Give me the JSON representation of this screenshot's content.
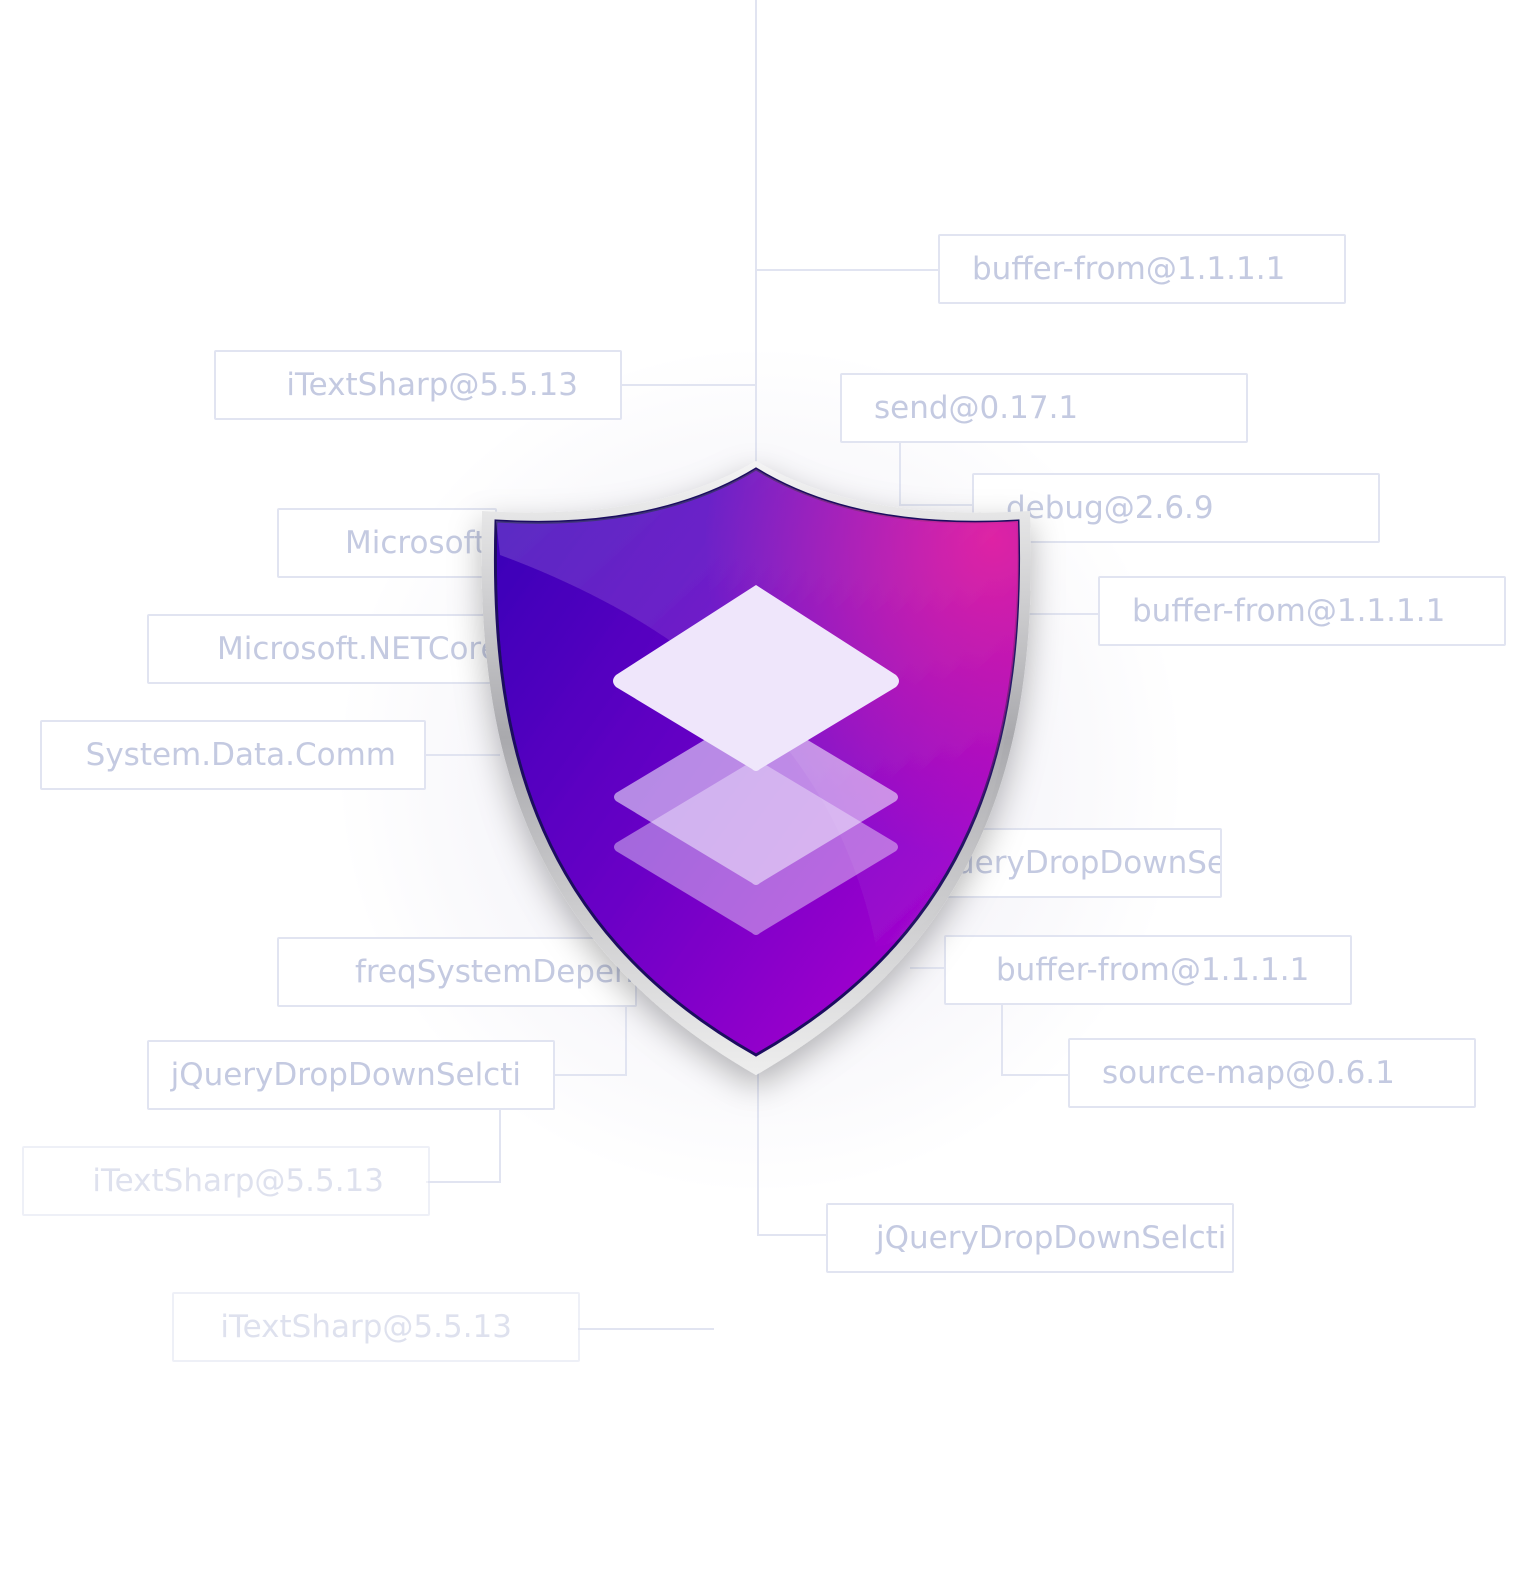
{
  "nodes": [
    {
      "id": "n1",
      "label": "buffer-from@1.1.1.1"
    },
    {
      "id": "n2",
      "label": "iTextSharp@5.5.13"
    },
    {
      "id": "n3",
      "label": "send@0.17.1"
    },
    {
      "id": "n4",
      "label": "debug@2.6.9"
    },
    {
      "id": "n5",
      "label": "Microsoft"
    },
    {
      "id": "n6",
      "label": "buffer-from@1.1.1.1"
    },
    {
      "id": "n7",
      "label": "Microsoft.NETCore"
    },
    {
      "id": "n8",
      "label": "System.Data.Comm"
    },
    {
      "id": "n9",
      "label": "jQueryDropDownSelcti"
    },
    {
      "id": "n10",
      "label": "freqSystemDepend"
    },
    {
      "id": "n11",
      "label": "buffer-from@1.1.1.1"
    },
    {
      "id": "n12",
      "label": "jQueryDropDownSelcti"
    },
    {
      "id": "n13",
      "label": "source-map@0.6.1"
    },
    {
      "id": "n14",
      "label": "iTextSharp@5.5.13"
    },
    {
      "id": "n15",
      "label": "jQueryDropDownSelcti"
    },
    {
      "id": "n16",
      "label": "iTextSharp@5.5.13"
    }
  ],
  "colors": {
    "connector": "#e1e4f1",
    "node_text": "#c4cae1",
    "shield_deep": "#3a00b8",
    "shield_mid": "#8a00c8",
    "shield_hot": "#d01496",
    "layers_icon": "#efe6fb"
  },
  "icon": "stacked-layers-icon"
}
